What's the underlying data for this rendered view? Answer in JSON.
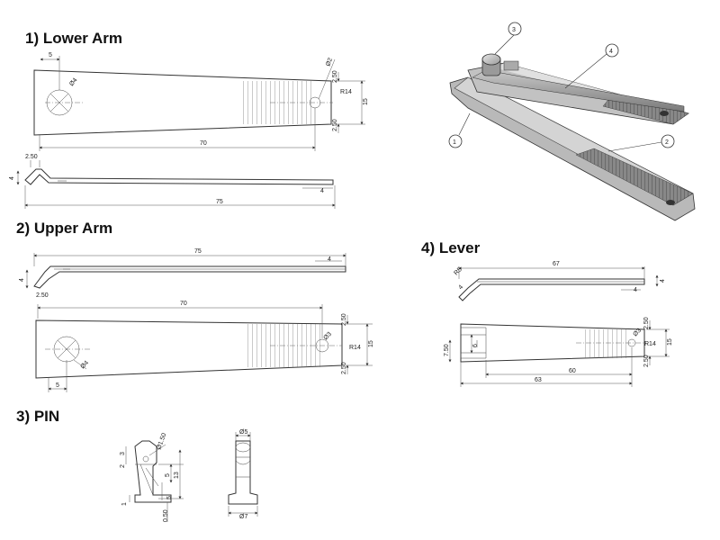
{
  "titles": {
    "lower_arm": "1) Lower Arm",
    "upper_arm": "2) Upper Arm",
    "pin": "3) PIN",
    "lever": "4) Lever"
  },
  "balloons": [
    "1",
    "2",
    "3",
    "4"
  ],
  "dims": {
    "la_5": "5",
    "la_d4": "Ø4",
    "la_d2": "Ø2",
    "la_250a": "2.50",
    "la_r14": "R14",
    "la_15": "15",
    "la_250b": "2.50",
    "la_70": "70",
    "la_side_250": "2.50",
    "la_side_4": "4",
    "la_side_4b": "4",
    "la_side_75": "75",
    "ua_75": "75",
    "ua_4": "4",
    "ua_side_4": "4",
    "ua_side_250": "2.50",
    "ua_70": "70",
    "ua_250a": "2.50",
    "ua_d3": "Ø3",
    "ua_r14": "R14",
    "ua_15": "15",
    "ua_d4": "Ø4",
    "ua_5": "5",
    "ua_250b": "2.50",
    "lv_67": "67",
    "lv_r5": "R5",
    "lv_4a": "4",
    "lv_4b": "4",
    "lv_4c": "4",
    "lv_750": "7.50",
    "lv_6": "6",
    "lv_250a": "2.50",
    "lv_d3": "Ø3",
    "lv_r14": "R14",
    "lv_15": "15",
    "lv_250b": "2.50",
    "lv_60": "60",
    "lv_63": "63",
    "pin_d150": "Ø1.50",
    "pin_3": "3",
    "pin_2": "2",
    "pin_5a": "5",
    "pin_13": "13",
    "pin_5b": "5",
    "pin_1": "1",
    "pin_050": "0.50",
    "pin_d5": "Ø5",
    "pin_d7": "Ø7"
  }
}
